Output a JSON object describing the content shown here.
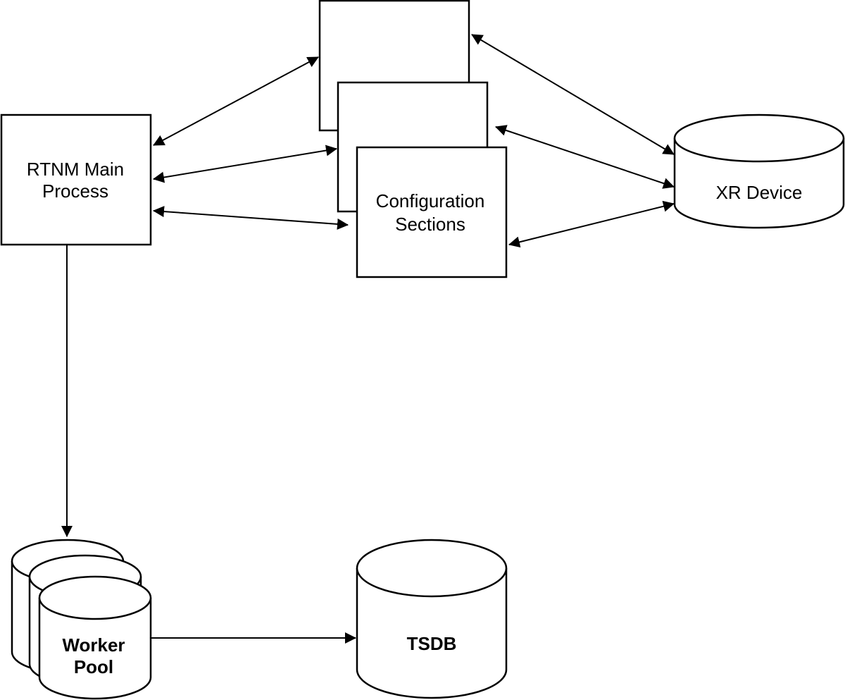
{
  "diagram": {
    "nodes": {
      "main_process": {
        "line1": "RTNM Main",
        "line2": "Process"
      },
      "config_sections": {
        "line1": "Configuration",
        "line2": "Sections"
      },
      "xr_device": {
        "label": "XR Device"
      },
      "worker_pool": {
        "line1": "Worker",
        "line2": "Pool"
      },
      "tsdb": {
        "label": "TSDB"
      }
    },
    "edges": [
      {
        "from": "RTNM Main Process",
        "to": "Configuration Sections",
        "direction": "both"
      },
      {
        "from": "Configuration Sections",
        "to": "XR Device",
        "direction": "both"
      },
      {
        "from": "RTNM Main Process",
        "to": "Worker Pool",
        "direction": "forward"
      },
      {
        "from": "Worker Pool",
        "to": "TSDB",
        "direction": "forward"
      }
    ],
    "colors": {
      "stroke": "#000000",
      "fill": "#ffffff"
    }
  }
}
